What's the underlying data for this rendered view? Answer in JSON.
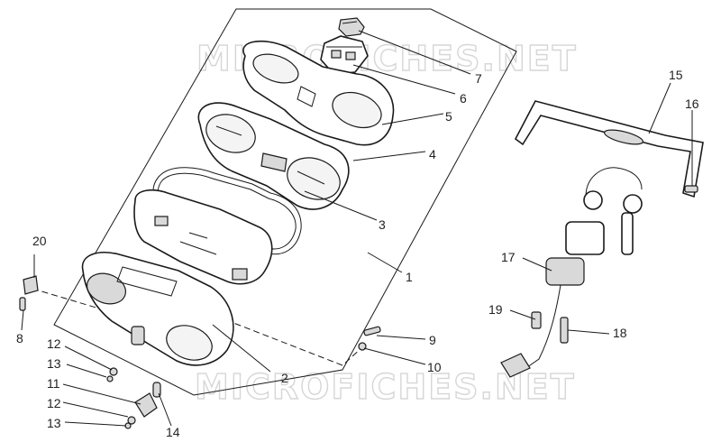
{
  "watermark": {
    "top": "MICROFICHES.NET",
    "bottom": "MICROFICHES.NET"
  },
  "callouts": {
    "c1": "1",
    "c2": "2",
    "c3": "3",
    "c4": "4",
    "c5": "5",
    "c6": "6",
    "c7": "7",
    "c8": "8",
    "c9": "9",
    "c10": "10",
    "c11": "11",
    "c12a": "12",
    "c12b": "12",
    "c13a": "13",
    "c13b": "13",
    "c14": "14",
    "c15": "15",
    "c16": "16",
    "c17": "17",
    "c18": "18",
    "c19": "19",
    "c20": "20"
  }
}
